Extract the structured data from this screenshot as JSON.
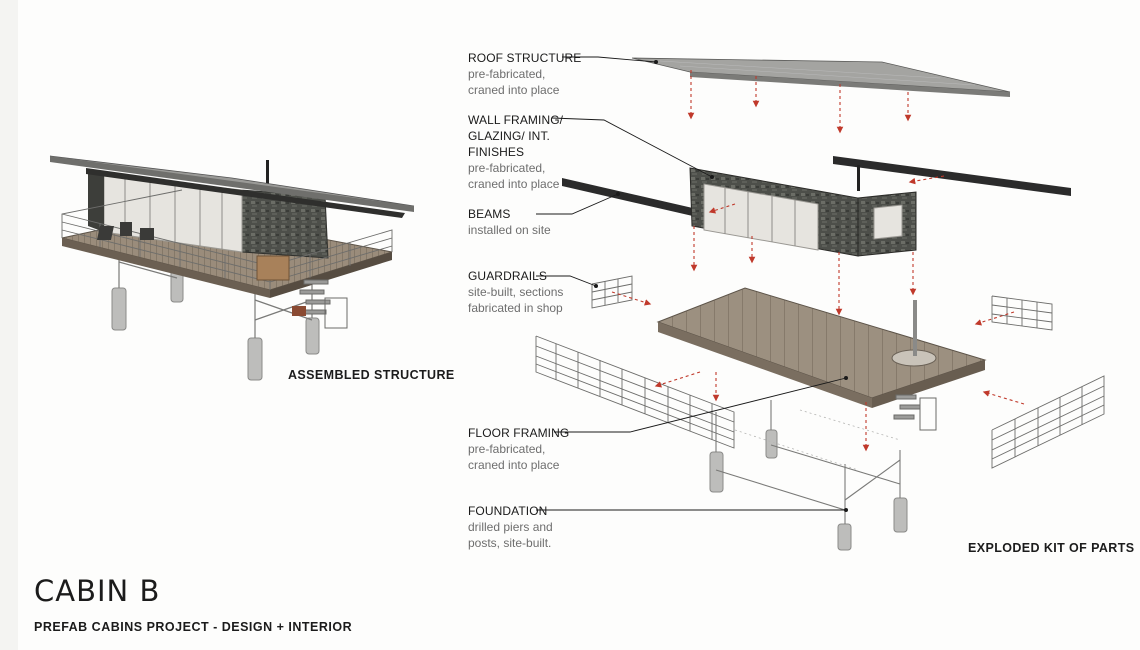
{
  "title": "CABIN B",
  "subtitle": "PREFAB CABINS PROJECT - DESIGN + INTERIOR",
  "captions": {
    "assembled": "ASSEMBLED STRUCTURE",
    "exploded": "EXPLODED KIT OF PARTS"
  },
  "labels": {
    "roof": {
      "title": "ROOF STRUCTURE",
      "desc": [
        "pre-fabricated,",
        "craned into place"
      ]
    },
    "walls": {
      "title": [
        "WALL FRAMING/",
        "GLAZING/ INT.",
        "FINISHES"
      ],
      "desc": [
        "pre-fabricated,",
        "craned into place"
      ]
    },
    "beams": {
      "title": "BEAMS",
      "desc": [
        "installed on site"
      ]
    },
    "guardrails": {
      "title": "GUARDRAILS",
      "desc": [
        "site-built, sections",
        "fabricated in shop"
      ]
    },
    "floor": {
      "title": "FLOOR FRAMING",
      "desc": [
        "pre-fabricated,",
        "craned into place"
      ]
    },
    "foundation": {
      "title": "FOUNDATION",
      "desc": [
        "drilled piers and",
        "posts, site-built."
      ]
    }
  },
  "colors": {
    "arrow": "#c0392b",
    "stone": "#4a4c47",
    "deck": "#8a7c6c",
    "roof": "#8f8f8c",
    "beam": "#2b2b2b"
  }
}
